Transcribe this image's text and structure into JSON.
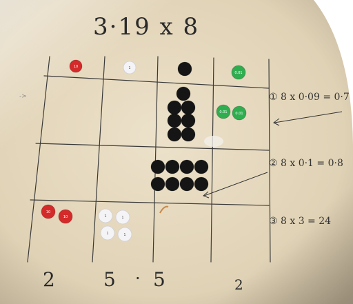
{
  "title": "3·19 x 8",
  "notes": [
    "①  8 x 0·09 = 0·7",
    "②  8 x 0·1 = 0·8",
    "③  8 x 3 = 24"
  ],
  "bottom_digits": [
    "2",
    "5",
    "·",
    "5",
    "2"
  ],
  "counter_labels": {
    "red": "10",
    "white": "1",
    "green": "0.01"
  },
  "colors": {
    "table": "#e3d6bd",
    "grid_line": "#3a3a3a",
    "red_counter": "#d42a2a",
    "white_counter": "#f4f4f6",
    "black_counter": "#151515",
    "green_counter": "#2fae4f"
  }
}
